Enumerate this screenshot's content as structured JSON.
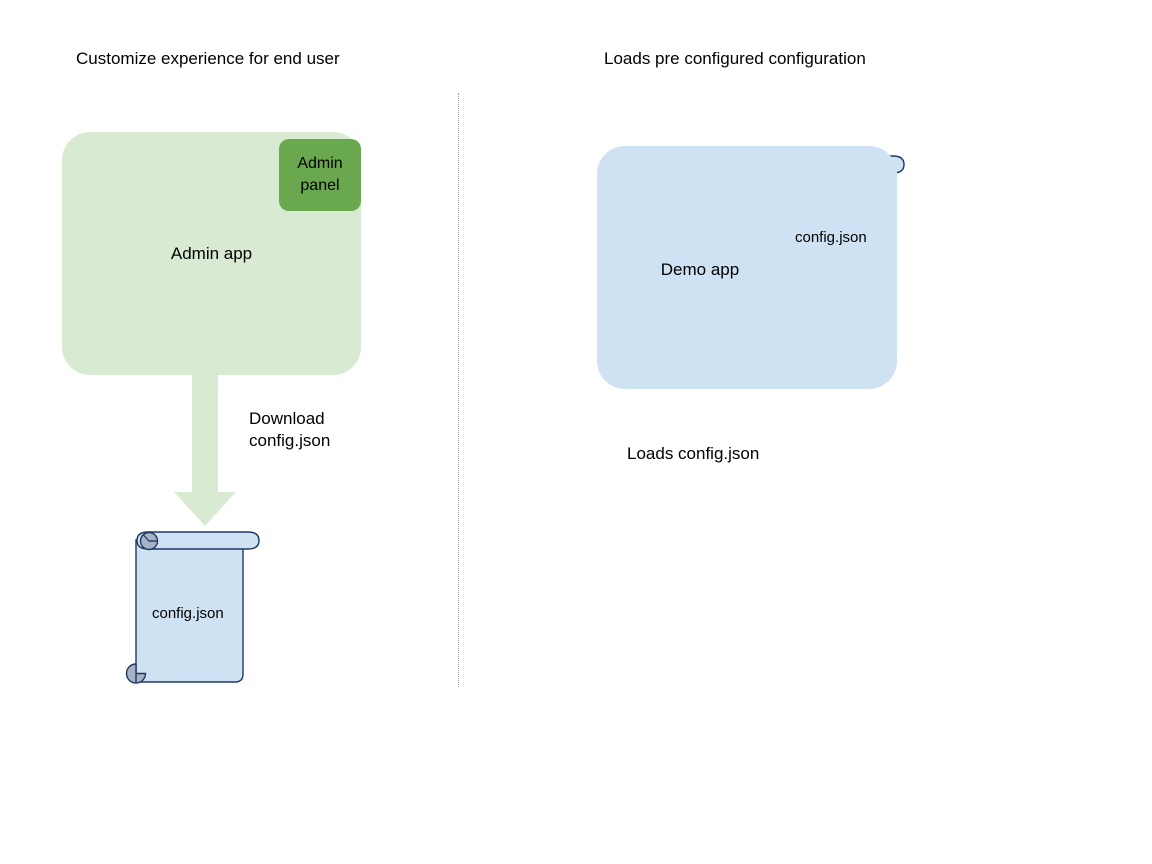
{
  "diagram": {
    "headings": {
      "left": "Customize experience for end user",
      "right": "Loads pre configured configuration"
    },
    "left_flow": {
      "app_box_label": "Admin app",
      "badge_label": "Admin\npanel",
      "arrow_label": "Download\nconfig.json",
      "document_label": "config.json"
    },
    "right_flow": {
      "app_box_label": "Demo app",
      "document_label": "config.json",
      "caption": "Loads config.json"
    },
    "colors": {
      "admin_app_fill": "#d9ead3",
      "admin_panel_fill": "#6aa84f",
      "demo_app_fill": "#cfe2f3",
      "document_fill": "#cfe2f3",
      "document_stroke": "#1f3864",
      "document_roll_fill": "#a7b3c4",
      "arrow_fill": "#d9ead3",
      "divider_stroke": "#9a9a9a",
      "text": "#000000"
    }
  }
}
